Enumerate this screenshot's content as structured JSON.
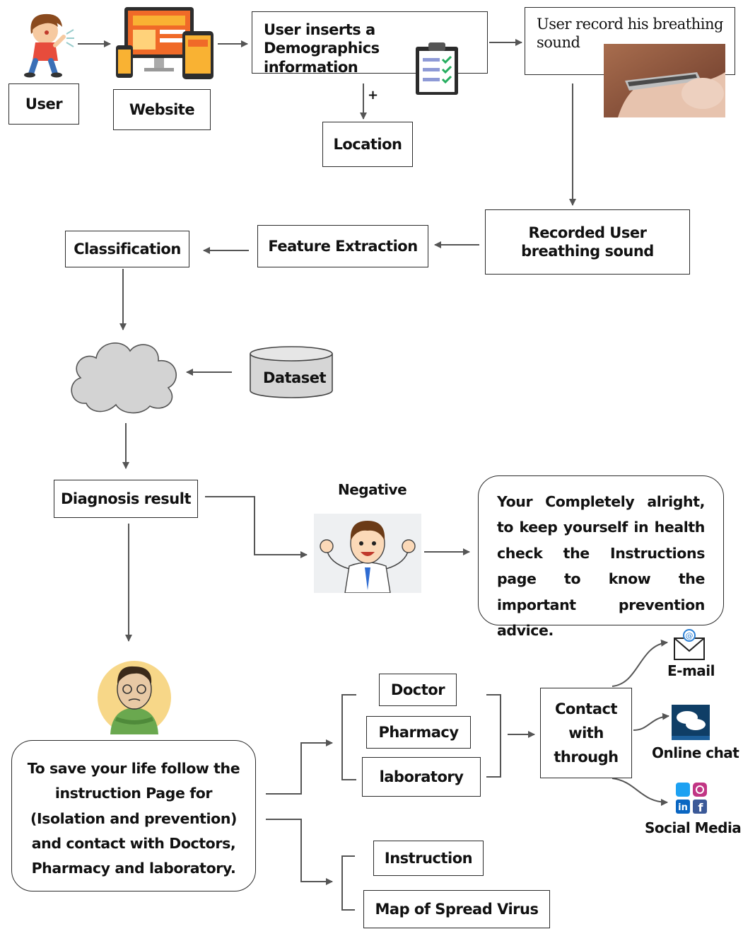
{
  "nodes": {
    "user": "User",
    "website": "Website",
    "demographics": "User inserts a Demographics information",
    "record": "User record his breathing sound",
    "location": "Location",
    "plus_sign": "+",
    "recorded": "Recorded User breathing sound",
    "feature_extraction": "Feature Extraction",
    "classification": "Classification",
    "dataset": "Dataset",
    "diagnosis": "Diagnosis result",
    "negative_label": "Negative",
    "negative_message": "Your Completely alright, to keep yourself in health check the Instructions page to know the important prevention advice.",
    "positive_message": "To save your life follow the instruction Page for (Isolation and prevention) and contact with Doctors, Pharmacy and laboratory.",
    "doctor": "Doctor",
    "pharmacy": "Pharmacy",
    "laboratory": "laboratory",
    "contact": "Contact with through",
    "email": "E-mail",
    "online_chat": "Online chat",
    "social_media": "Social Media",
    "instruction": "Instruction",
    "map": "Map of Spread Virus"
  },
  "icons": {
    "user": "coughing-boy-icon",
    "website": "responsive-devices-icon",
    "demographics": "clipboard-checklist-icon",
    "record": "phone-in-hand-photo",
    "model": "cloud-icon",
    "dataset": "database-cylinder-icon",
    "negative": "happy-man-icon",
    "positive": "sick-man-icon",
    "email": "envelope-icon",
    "online_chat": "chat-bubbles-icon",
    "social_media": "social-logos-icon"
  },
  "colors": {
    "line": "#555555",
    "border": "#2b2b2b",
    "cloud": "#d3d3d3",
    "dataset": "#d6d6d6",
    "screen_orange": "#f06a28"
  }
}
